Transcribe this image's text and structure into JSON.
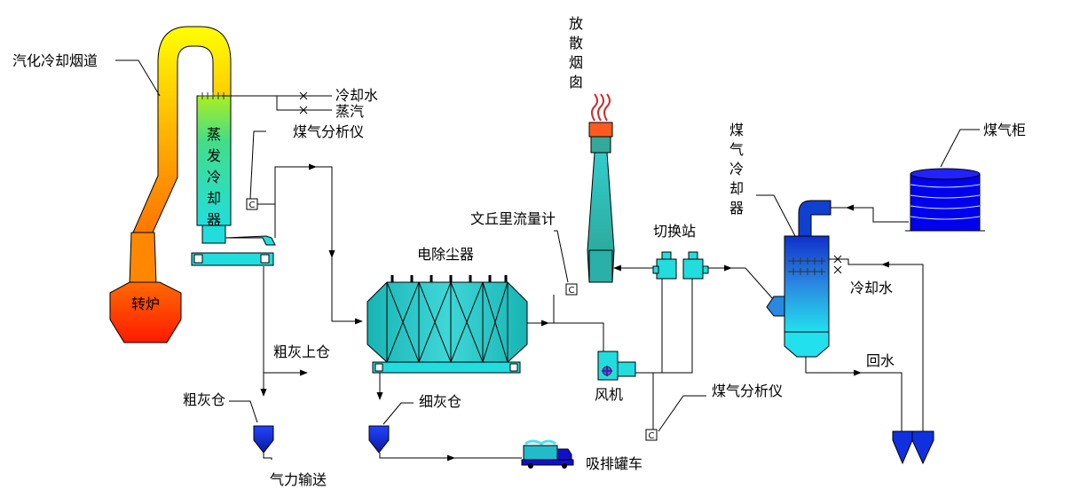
{
  "labels": {
    "flue_cooling": "汽化冷却烟道",
    "cooling_water_top": "冷却水",
    "steam": "蒸汽",
    "gas_analyzer_top": "煤气分析仪",
    "evap_cooler_chars": [
      "蒸",
      "发",
      "冷",
      "却",
      "器"
    ],
    "converter": "转炉",
    "esp": "电除尘器",
    "venturi": "文丘里流量计",
    "stack_chars": [
      "放",
      "散",
      "烟",
      "囱"
    ],
    "switch_station": "切换站",
    "gas_cooler_chars": [
      "煤",
      "气",
      "冷",
      "却",
      "器"
    ],
    "gas_holder": "煤气柜",
    "cooling_water_right": "冷却水",
    "return_water": "回水",
    "fan": "风机",
    "gas_analyzer_bottom": "煤气分析仪",
    "coarse_ash_up": "粗灰上仓",
    "coarse_ash_bin": "粗灰仓",
    "fine_ash_bin": "细灰仓",
    "pneumatic": "气力输送",
    "suction_truck": "吸排罐车",
    "analyzer_mark": "C"
  },
  "colors": {
    "flue_top": "#ffff00",
    "flue_mid": "#ffa500",
    "flue_bottom": "#ff6600",
    "converter_top": "#ff5500",
    "converter_bottom": "#ff2200",
    "evaporator": "#33e0dc",
    "evaporator_top": "#99ee33",
    "esp": "#2cc8c8",
    "stack_cap": "#ff5a1e",
    "stack_top": "#33cccc",
    "cooler_top": "#1040d0",
    "cooler_bottom": "#22ddee",
    "holder": "#0000ee",
    "bin": "#1030e0",
    "truck": "#1010cc"
  }
}
